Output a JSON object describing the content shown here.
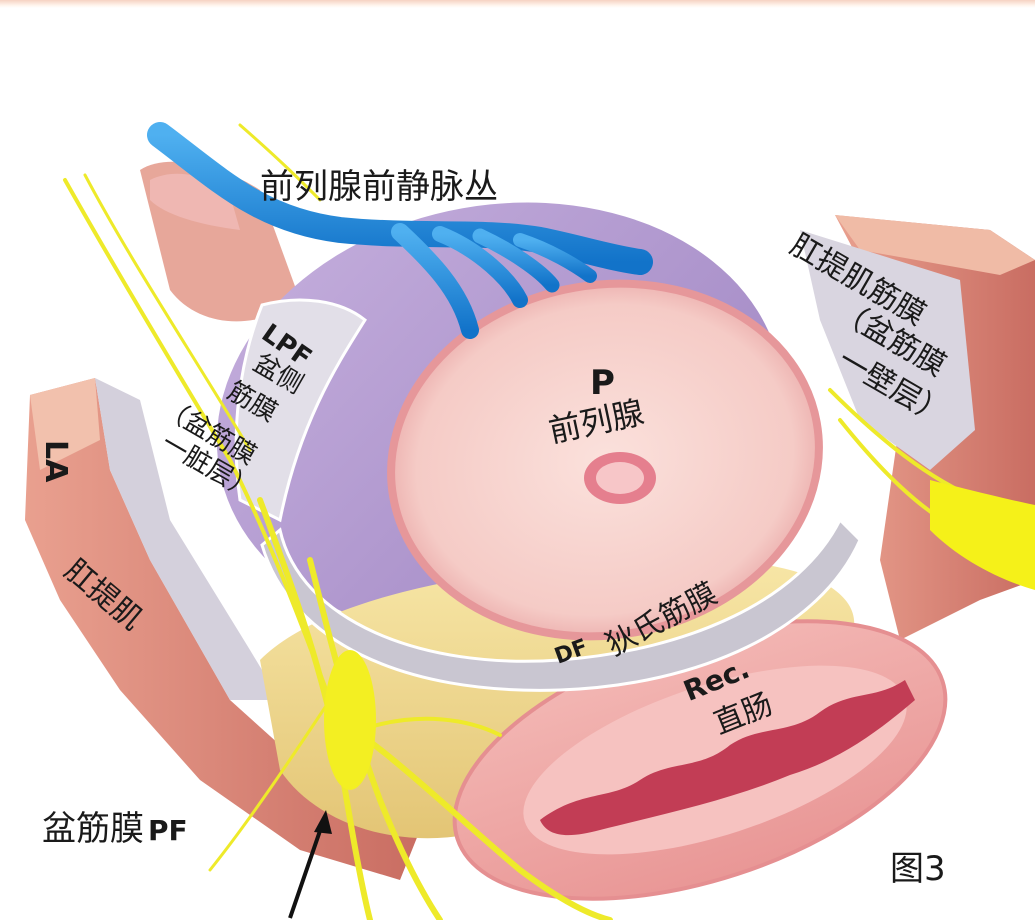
{
  "figure": {
    "caption": "图3",
    "subject": "prostate cross-section with pelvic fascia layers",
    "colors": {
      "vein": "#1e8ee0",
      "nerve": "#f2ee1e",
      "prostate_capsule": "#b59bd0",
      "prostate_section": "#f5c9c6",
      "fat": "#f1d98a",
      "muscle": "#d98576",
      "fascia": "#d8d4de",
      "rectum": "#f0a9aa"
    }
  },
  "labels": {
    "venous_plexus": "前列腺前静脉丛",
    "prostate_abbr": "P",
    "prostate": "前列腺",
    "lpf_abbr": "LPF",
    "lpf_line1": "盆侧",
    "lpf_line2": "筋膜",
    "lpf_line3": "（盆筋膜",
    "lpf_line4": "一脏层）",
    "la_abbr": "LA",
    "levator_ani": "肛提肌",
    "levator_fascia_line1": "肛提肌筋膜",
    "levator_fascia_line2": "（盆筋膜",
    "levator_fascia_line3": "一壁层）",
    "df_abbr": "DF",
    "denonvilliers": "狄氏筋膜",
    "rec_abbr": "Rec.",
    "rectum": "直肠",
    "pelvic_fascia": "盆筋膜",
    "pf_abbr": "PF"
  },
  "annotations": {
    "arrow": "black arrow pointing to neurovascular bundle near pelvic fascia"
  }
}
